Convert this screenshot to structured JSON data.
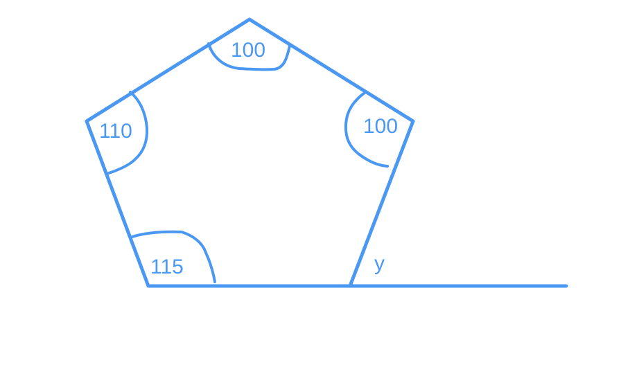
{
  "colors": {
    "stroke": "#4a98f1",
    "text": "#4a98f1",
    "background": "#ffffff"
  },
  "angles": {
    "top": "100",
    "right": "100",
    "left": "110",
    "bottom_left": "115",
    "exterior": "y"
  }
}
